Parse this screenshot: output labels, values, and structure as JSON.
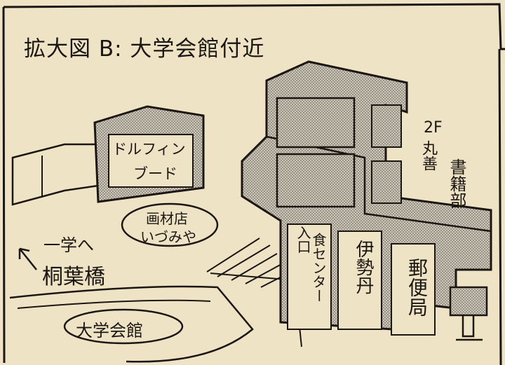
{
  "map": {
    "title": "拡大図 B: 大学会館付近",
    "labels": {
      "bookstore_small": "ドルフィン",
      "bookstore_small2": "ブード",
      "shop_oval_line1": "画材店",
      "shop_oval_line2": "いづみや",
      "to_university": "一学へ",
      "bridge": "桐葉橋",
      "hall_oval": "大学会館",
      "second_floor": "2F",
      "maruzen": "丸善",
      "book_dept": "書籍部",
      "entrance": "入口",
      "food_center": "食センター",
      "ise": "伊勢丹",
      "post_office": "郵便局"
    },
    "colors": {
      "paper": "#efe3c6",
      "ink": "#1b1612",
      "tone": "#9c958a"
    }
  }
}
